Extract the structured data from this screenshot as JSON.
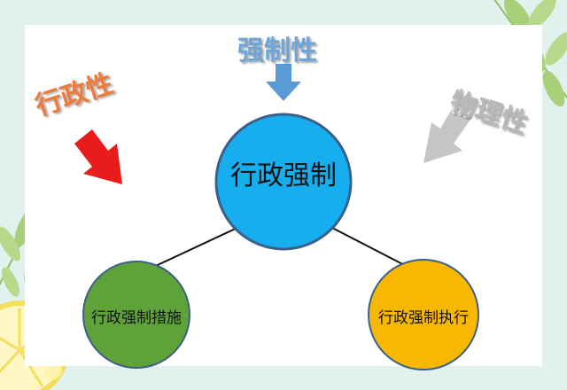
{
  "diagram": {
    "main_node": "行政强制",
    "child_left": "行政强制措施",
    "child_right": "行政强制执行",
    "attr_top": "强制性",
    "attr_left": "行政性",
    "attr_right": "物理性"
  },
  "colors": {
    "background": "#e1f1ed",
    "card": "#ffffff",
    "main_circle": "#17aef0",
    "left_circle": "#5fa23a",
    "right_circle": "#f8b800",
    "circle_border": "#3a5f88",
    "arrow_top": "#5b9bd5",
    "arrow_left": "#e91c1c",
    "arrow_right": "#c6c6c6",
    "top_word": "#6fa6d6",
    "left_word": "#f07a3a",
    "right_word": "#b8b8b8",
    "leaf": "#a8cf7a",
    "lemon": "#fff3a8",
    "lemon_rind": "#f4de5e"
  }
}
